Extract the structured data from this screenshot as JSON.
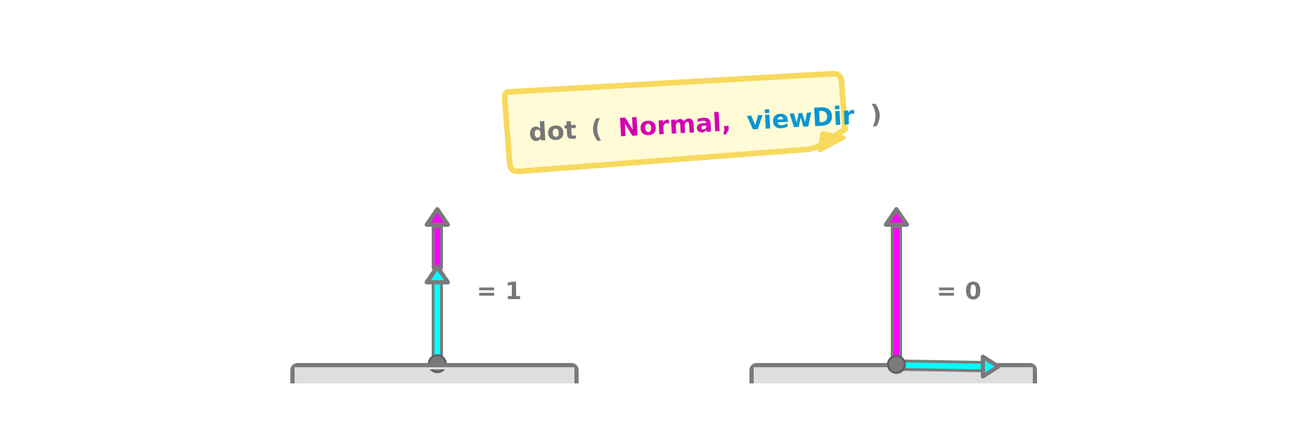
{
  "note": {
    "func": "dot",
    "open_paren": "(",
    "arg1": "Normal,",
    "arg2": "viewDir",
    "close_paren": ")"
  },
  "cases": [
    {
      "result": "= 1"
    },
    {
      "result": "= 0"
    }
  ],
  "colors": {
    "normal": "#ff00ff",
    "view_dir": "#00ffff",
    "outline": "#7a7a7a",
    "surface": "#dedede",
    "note_fill": "#fffbd6",
    "note_border": "#f7d95e",
    "text_gray": "#777777",
    "text_magenta": "#d400b4",
    "text_blue": "#0a96d2"
  }
}
